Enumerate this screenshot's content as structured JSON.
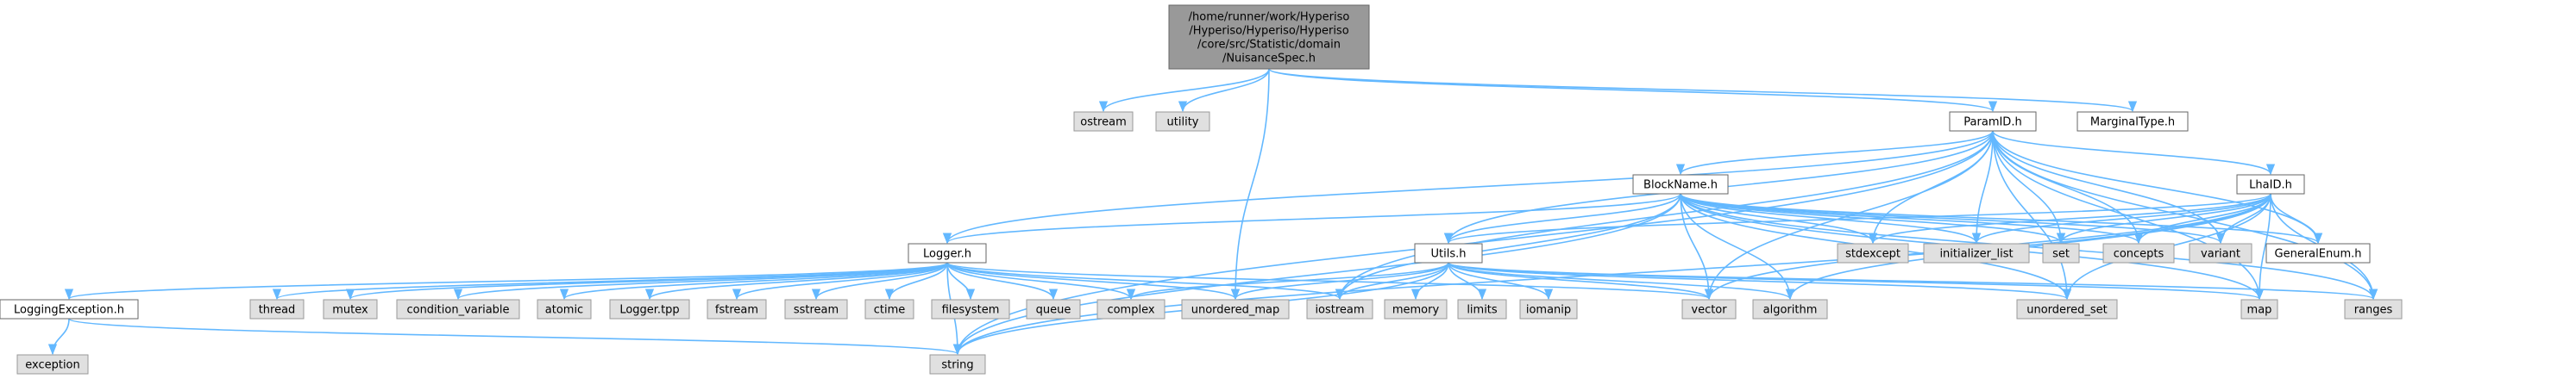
{
  "graph": {
    "nodes": [
      {
        "id": "root",
        "lines": [
          "/home/runner/work/Hyperiso",
          "/Hyperiso/Hyperiso/Hyperiso",
          "/core/src/Statistic/domain",
          "/NuisanceSpec.h"
        ],
        "style": "root"
      },
      {
        "id": "ostream",
        "lines": [
          "ostream"
        ],
        "style": "system"
      },
      {
        "id": "utility",
        "lines": [
          "utility"
        ],
        "style": "system"
      },
      {
        "id": "paramid",
        "lines": [
          "ParamID.h"
        ],
        "style": "header"
      },
      {
        "id": "marginaltype",
        "lines": [
          "MarginalType.h"
        ],
        "style": "header"
      },
      {
        "id": "blockname",
        "lines": [
          "BlockName.h"
        ],
        "style": "header"
      },
      {
        "id": "lhaid",
        "lines": [
          "LhaID.h"
        ],
        "style": "header"
      },
      {
        "id": "logger",
        "lines": [
          "Logger.h"
        ],
        "style": "header"
      },
      {
        "id": "utils",
        "lines": [
          "Utils.h"
        ],
        "style": "header"
      },
      {
        "id": "stdexcept",
        "lines": [
          "stdexcept"
        ],
        "style": "system"
      },
      {
        "id": "initializer_list",
        "lines": [
          "initializer_list"
        ],
        "style": "system"
      },
      {
        "id": "set",
        "lines": [
          "set"
        ],
        "style": "system"
      },
      {
        "id": "concepts",
        "lines": [
          "concepts"
        ],
        "style": "system"
      },
      {
        "id": "variant",
        "lines": [
          "variant"
        ],
        "style": "system"
      },
      {
        "id": "generalenum",
        "lines": [
          "GeneralEnum.h"
        ],
        "style": "header"
      },
      {
        "id": "loggingexception",
        "lines": [
          "LoggingException.h"
        ],
        "style": "header"
      },
      {
        "id": "thread",
        "lines": [
          "thread"
        ],
        "style": "system"
      },
      {
        "id": "mutex",
        "lines": [
          "mutex"
        ],
        "style": "system"
      },
      {
        "id": "condition_variable",
        "lines": [
          "condition_variable"
        ],
        "style": "system"
      },
      {
        "id": "atomic",
        "lines": [
          "atomic"
        ],
        "style": "system"
      },
      {
        "id": "loggertpp",
        "lines": [
          "Logger.tpp"
        ],
        "style": "system"
      },
      {
        "id": "fstream",
        "lines": [
          "fstream"
        ],
        "style": "system"
      },
      {
        "id": "sstream",
        "lines": [
          "sstream"
        ],
        "style": "system"
      },
      {
        "id": "ctime",
        "lines": [
          "ctime"
        ],
        "style": "system"
      },
      {
        "id": "filesystem",
        "lines": [
          "filesystem"
        ],
        "style": "system"
      },
      {
        "id": "queue",
        "lines": [
          "queue"
        ],
        "style": "system"
      },
      {
        "id": "complex",
        "lines": [
          "complex"
        ],
        "style": "system"
      },
      {
        "id": "unordered_map",
        "lines": [
          "unordered_map"
        ],
        "style": "system"
      },
      {
        "id": "iostream",
        "lines": [
          "iostream"
        ],
        "style": "system"
      },
      {
        "id": "memory",
        "lines": [
          "memory"
        ],
        "style": "system"
      },
      {
        "id": "limits",
        "lines": [
          "limits"
        ],
        "style": "system"
      },
      {
        "id": "iomanip",
        "lines": [
          "iomanip"
        ],
        "style": "system"
      },
      {
        "id": "vector",
        "lines": [
          "vector"
        ],
        "style": "system"
      },
      {
        "id": "algorithm",
        "lines": [
          "algorithm"
        ],
        "style": "system"
      },
      {
        "id": "unordered_set",
        "lines": [
          "unordered_set"
        ],
        "style": "system"
      },
      {
        "id": "map",
        "lines": [
          "map"
        ],
        "style": "system"
      },
      {
        "id": "ranges",
        "lines": [
          "ranges"
        ],
        "style": "system"
      },
      {
        "id": "exception",
        "lines": [
          "exception"
        ],
        "style": "system"
      },
      {
        "id": "string",
        "lines": [
          "string"
        ],
        "style": "system"
      }
    ],
    "edges": [
      [
        "root",
        "ostream"
      ],
      [
        "root",
        "utility"
      ],
      [
        "root",
        "paramid"
      ],
      [
        "root",
        "marginaltype"
      ],
      [
        "root",
        "unordered_map"
      ],
      [
        "paramid",
        "blockname"
      ],
      [
        "paramid",
        "lhaid"
      ],
      [
        "paramid",
        "logger"
      ],
      [
        "paramid",
        "utils"
      ],
      [
        "paramid",
        "stdexcept"
      ],
      [
        "paramid",
        "initializer_list"
      ],
      [
        "paramid",
        "set"
      ],
      [
        "paramid",
        "concepts"
      ],
      [
        "paramid",
        "variant"
      ],
      [
        "paramid",
        "generalenum"
      ],
      [
        "paramid",
        "iostream"
      ],
      [
        "paramid",
        "vector"
      ],
      [
        "paramid",
        "unordered_set"
      ],
      [
        "paramid",
        "map"
      ],
      [
        "paramid",
        "ranges"
      ],
      [
        "paramid",
        "string"
      ],
      [
        "blockname",
        "logger"
      ],
      [
        "blockname",
        "utils"
      ],
      [
        "blockname",
        "stdexcept"
      ],
      [
        "blockname",
        "initializer_list"
      ],
      [
        "blockname",
        "set"
      ],
      [
        "blockname",
        "concepts"
      ],
      [
        "blockname",
        "variant"
      ],
      [
        "blockname",
        "generalenum"
      ],
      [
        "blockname",
        "iostream"
      ],
      [
        "blockname",
        "vector"
      ],
      [
        "blockname",
        "algorithm"
      ],
      [
        "blockname",
        "unordered_set"
      ],
      [
        "blockname",
        "map"
      ],
      [
        "blockname",
        "ranges"
      ],
      [
        "blockname",
        "string"
      ],
      [
        "lhaid",
        "utils"
      ],
      [
        "lhaid",
        "stdexcept"
      ],
      [
        "lhaid",
        "initializer_list"
      ],
      [
        "lhaid",
        "set"
      ],
      [
        "lhaid",
        "concepts"
      ],
      [
        "lhaid",
        "variant"
      ],
      [
        "lhaid",
        "generalenum"
      ],
      [
        "lhaid",
        "vector"
      ],
      [
        "lhaid",
        "algorithm"
      ],
      [
        "lhaid",
        "unordered_set"
      ],
      [
        "lhaid",
        "map"
      ],
      [
        "lhaid",
        "ranges"
      ],
      [
        "lhaid",
        "string"
      ],
      [
        "logger",
        "loggingexception"
      ],
      [
        "logger",
        "thread"
      ],
      [
        "logger",
        "mutex"
      ],
      [
        "logger",
        "condition_variable"
      ],
      [
        "logger",
        "atomic"
      ],
      [
        "logger",
        "loggertpp"
      ],
      [
        "logger",
        "fstream"
      ],
      [
        "logger",
        "sstream"
      ],
      [
        "logger",
        "ctime"
      ],
      [
        "logger",
        "filesystem"
      ],
      [
        "logger",
        "queue"
      ],
      [
        "logger",
        "complex"
      ],
      [
        "logger",
        "unordered_map"
      ],
      [
        "logger",
        "iostream"
      ],
      [
        "logger",
        "vector"
      ],
      [
        "logger",
        "string"
      ],
      [
        "utils",
        "complex"
      ],
      [
        "utils",
        "unordered_map"
      ],
      [
        "utils",
        "iostream"
      ],
      [
        "utils",
        "memory"
      ],
      [
        "utils",
        "limits"
      ],
      [
        "utils",
        "iomanip"
      ],
      [
        "utils",
        "vector"
      ],
      [
        "utils",
        "algorithm"
      ],
      [
        "utils",
        "unordered_set"
      ],
      [
        "utils",
        "map"
      ],
      [
        "utils",
        "ranges"
      ],
      [
        "utils",
        "string"
      ],
      [
        "loggingexception",
        "exception"
      ],
      [
        "loggingexception",
        "string"
      ]
    ]
  },
  "colors": {
    "root_fill": "#999999",
    "root_stroke": "#666666",
    "header_fill": "#ffffff",
    "header_stroke": "#666666",
    "system_fill": "#e0e0e0",
    "system_stroke": "#999999",
    "edge": "#63b8ff"
  }
}
